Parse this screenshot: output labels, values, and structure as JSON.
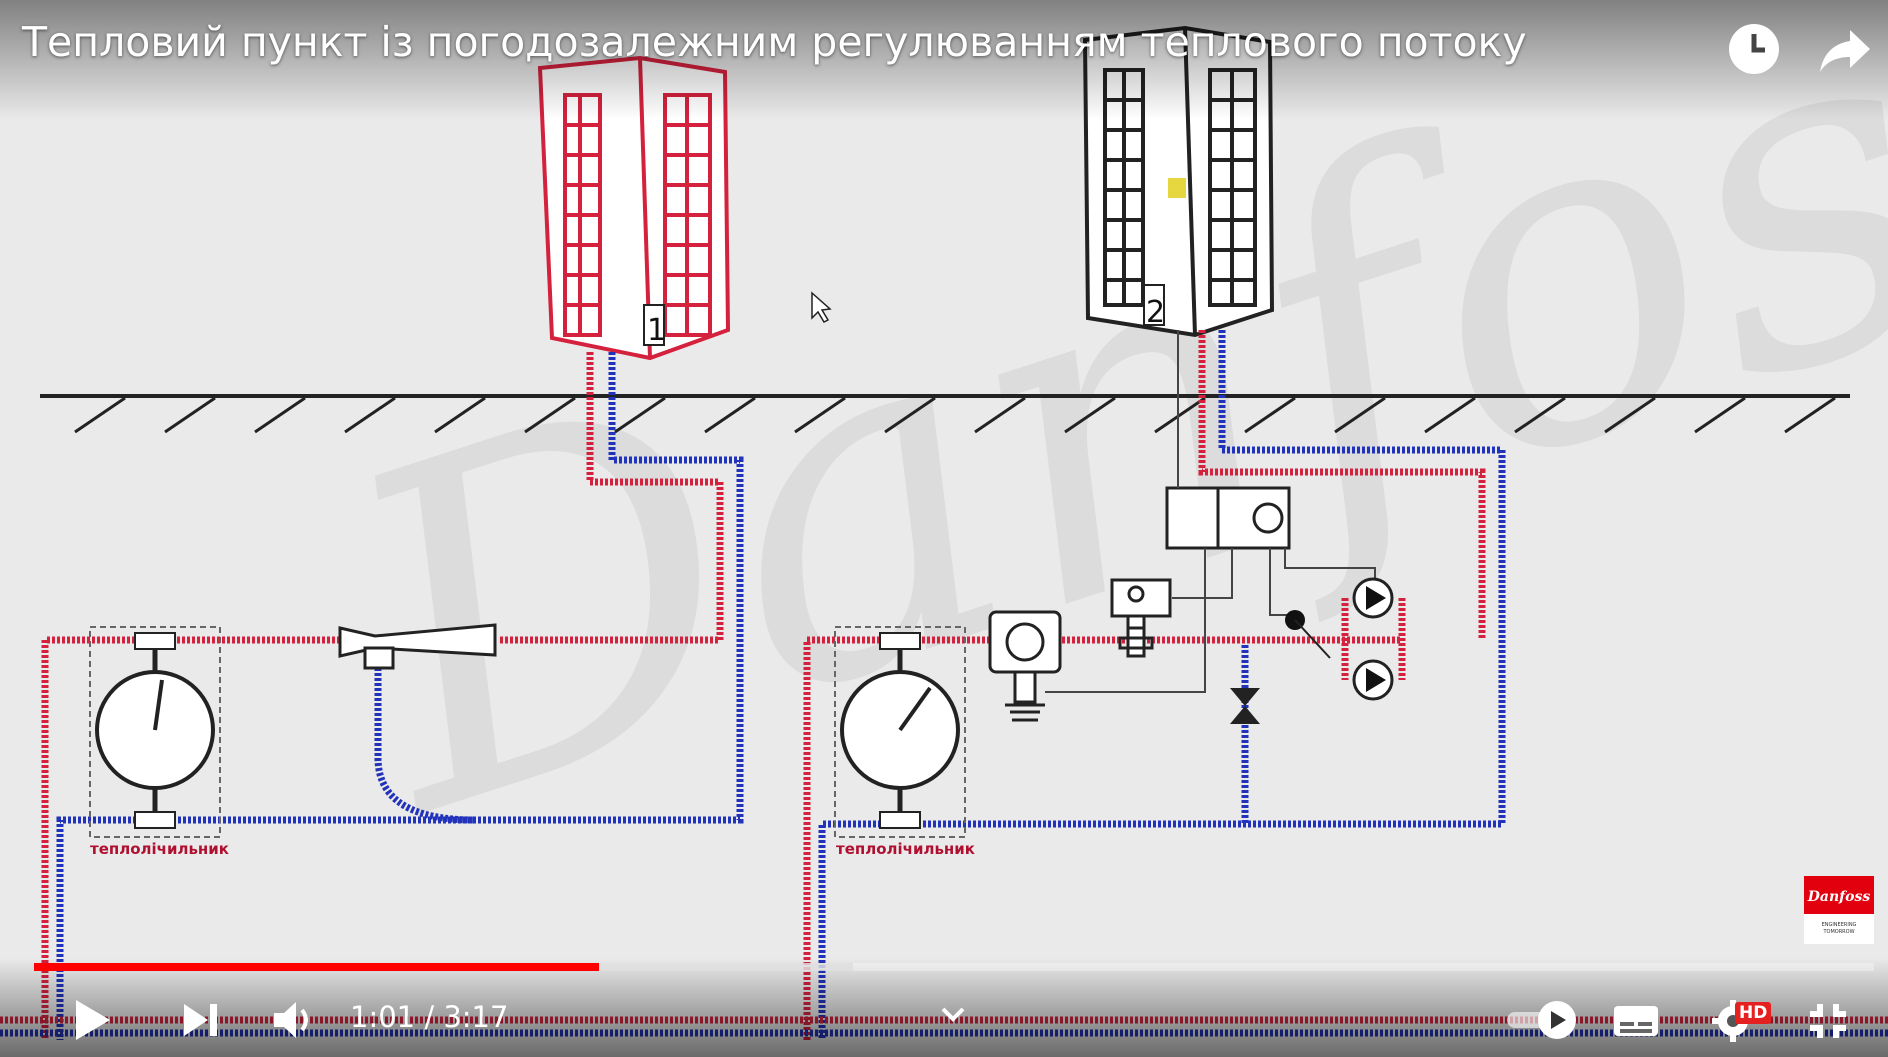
{
  "video": {
    "title": "Тепловий пункт із погодозалежним регулюванням теплового потоку"
  },
  "diagram": {
    "building_1_label": "1",
    "building_2_label": "2",
    "meter_label_left": "теплолічильник",
    "meter_label_right": "теплолічильник",
    "colors": {
      "supply": "#d4213d",
      "return": "#2233bb",
      "line": "#222222",
      "building_1": "#d4213d"
    }
  },
  "brand": {
    "logo_text": "Danfoss",
    "tagline": "ENGINEERING TOMORROW",
    "color": "#e2000f"
  },
  "player": {
    "time": "1:01 / 3:17",
    "progress_fraction": 0.307,
    "buffer_fraction": 0.445,
    "hd_badge": "HD",
    "icons": [
      "play-icon",
      "next-icon",
      "volume-icon",
      "clock-icon",
      "share-icon",
      "chevron-down-icon",
      "autoplay-toggle-icon",
      "subtitles-icon",
      "settings-icon",
      "exit-fullscreen-icon"
    ]
  }
}
